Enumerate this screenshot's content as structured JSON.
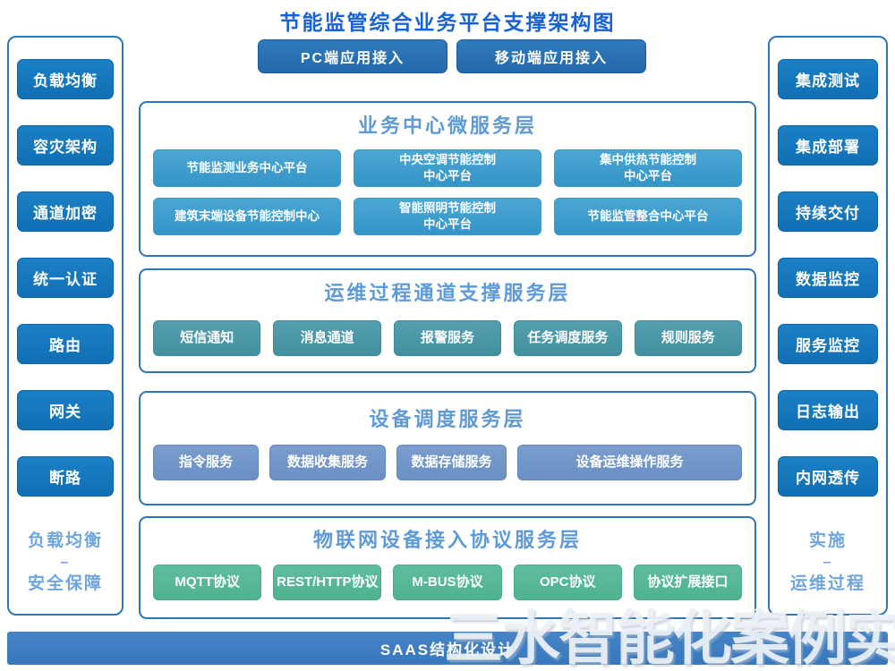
{
  "title": "节能监管综合业务平台支撑架构图",
  "top_buttons": {
    "pc": "PC端应用接入",
    "mobile": "移动端应用接入"
  },
  "left_panel": {
    "items": [
      "负载均衡",
      "容灾架构",
      "通道加密",
      "统一认证",
      "路由",
      "网关",
      "断路"
    ],
    "caption": {
      "line1": "负载均衡",
      "dash": "–",
      "line2": "安全保障"
    }
  },
  "right_panel": {
    "items": [
      "集成测试",
      "集成部署",
      "持续交付",
      "数据监控",
      "服务监控",
      "日志输出",
      "内网透传"
    ],
    "caption": {
      "line1": "实施",
      "dash": "–",
      "line2": "运维过程"
    }
  },
  "sections": [
    {
      "title": "业务中心微服务层",
      "items": [
        "节能监测业务中心平台",
        "中央空调节能控制\n中心平台",
        "集中供热节能控制\n中心平台",
        "建筑末端设备节能控制中心",
        "智能照明节能控制\n中心平台",
        "节能监管整合中心平台"
      ]
    },
    {
      "title": "运维过程通道支撑服务层",
      "items": [
        "短信通知",
        "消息通道",
        "报警服务",
        "任务调度服务",
        "规则服务"
      ]
    },
    {
      "title": "设备调度服务层",
      "items": [
        "指令服务",
        "数据收集服务",
        "数据存储服务",
        "设备运维操作服务"
      ]
    },
    {
      "title": "物联网设备接入协议服务层",
      "items": [
        "MQTT协议",
        "REST/HTTP协议",
        "M-BUS协议",
        "OPC协议",
        "协议扩展接口"
      ]
    }
  ],
  "bottom_bar": {
    "label": "SAAS结构化设计"
  },
  "watermark": {
    "text": "三水智能化案例实拍"
  },
  "colors": {
    "title_blue": "#1862D8",
    "section_title_blue": "#5E9AD8",
    "pillar_button_blue": "#1577BD",
    "top_button_blue": "#2A72B6",
    "business_button_blue": "#47A2D1",
    "channel_button_teal": "#4B98A9",
    "device_button_steel": "#7095C9",
    "protocol_button_green": "#58B897",
    "bottom_bar_blue": "#3E7DC2",
    "border_blue": "#2E75B6",
    "caption_blue": "#6FA5DE"
  }
}
